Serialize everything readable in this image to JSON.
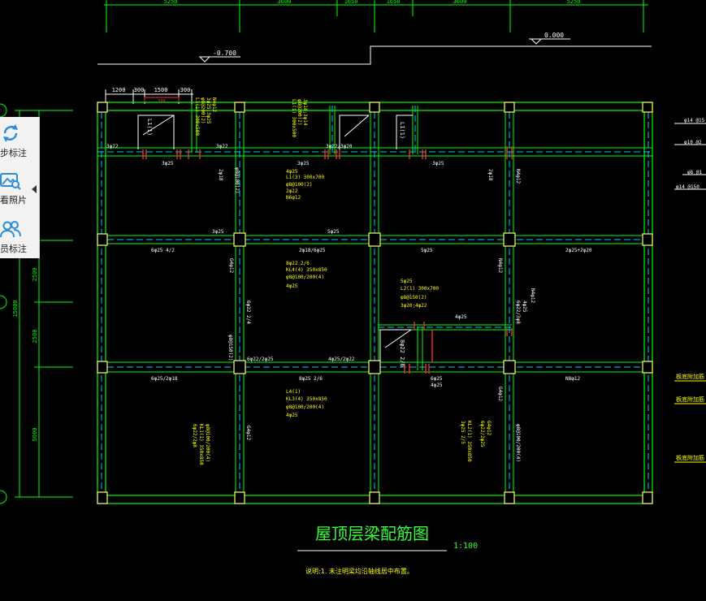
{
  "toolbar": {
    "items": [
      {
        "label": "步标注",
        "icon": "refresh-icon"
      },
      {
        "label": "看照片",
        "icon": "image-search-icon"
      },
      {
        "label": "员标注",
        "icon": "people-icon"
      }
    ],
    "collapse_icon": "chevron-left-icon"
  },
  "drawing": {
    "title": "屋顶层梁配筋图",
    "scale": "1:100",
    "note": "说明:1. 未注明梁均沿轴线居中布置。",
    "colors": {
      "grid": "#00ff00",
      "column": "#ffff66",
      "rebar": "#ffff00",
      "axis": "#00c8ff",
      "red": "#ff2a2a",
      "text": "#ffffff",
      "title": "#33ff33"
    },
    "top_dims": [
      "5250",
      "3600",
      "1650",
      "1650",
      "3600",
      "5250"
    ],
    "elevations": [
      "-0.700",
      "0.000"
    ],
    "detail_dims": [
      "1200",
      "300",
      "1500",
      "300"
    ],
    "detail_small": "500",
    "left_dims": {
      "total": "15000",
      "parts": [
        "2500",
        "2500",
        "5000"
      ]
    },
    "right_notes": [
      "φ14 @15",
      "φ10 @2",
      "φ6 @1",
      "φ14 @150"
    ],
    "right_labels": [
      "板底附加筋",
      "板底附加筋",
      "板底附加筋"
    ],
    "beam_labels": [
      {
        "text": "L1(1) 300x500"
      },
      {
        "text": "φ8@200(2)"
      },
      {
        "text": "3φ25;3φ25"
      },
      {
        "text": "N4φ12"
      },
      {
        "text": "L1(1) 300x500"
      },
      {
        "text": "φ8@200(2)"
      },
      {
        "text": "3φ18;3φ14"
      },
      {
        "text": "L1(1)"
      },
      {
        "text": "L1(1)"
      },
      {
        "text": "3φ22"
      },
      {
        "text": "3φ22"
      },
      {
        "text": "3φ22/3φ20"
      },
      {
        "text": "3φ25"
      },
      {
        "text": "3φ25"
      },
      {
        "text": "3φ25"
      },
      {
        "text": "2φ18"
      },
      {
        "text": "2φ18"
      },
      {
        "text": "N4φ12"
      },
      {
        "text": "φ8@100(2)"
      },
      {
        "text": "4φ25"
      },
      {
        "text": "L1(3) 300x700"
      },
      {
        "text": "φ8@100(2)"
      },
      {
        "text": "2φ22"
      },
      {
        "text": "N6φ12"
      },
      {
        "text": "3φ25"
      },
      {
        "text": "5φ25"
      },
      {
        "text": "6φ25 4/2"
      },
      {
        "text": "2φ18/6φ25"
      },
      {
        "text": "5φ25"
      },
      {
        "text": "2φ25+2φ20"
      },
      {
        "text": "8φ22 2/6"
      },
      {
        "text": "KL4(4) 350x850"
      },
      {
        "text": "φ8@100/200(4)"
      },
      {
        "text": "4φ25"
      },
      {
        "text": "G4φ12"
      },
      {
        "text": "6φ22 2/4"
      },
      {
        "text": "5φ25"
      },
      {
        "text": "L2(1) 300x700"
      },
      {
        "text": "φ8@150(2)"
      },
      {
        "text": "3φ20;4φ22"
      },
      {
        "text": "N4φ12"
      },
      {
        "text": "6φ22/3φ8"
      },
      {
        "text": "4φ25"
      },
      {
        "text": "N4φ12"
      },
      {
        "text": "φ8@150(2)"
      },
      {
        "text": "6φ22/2φ25"
      },
      {
        "text": "4φ25/2φ22"
      },
      {
        "text": "6φ25/2φ18"
      },
      {
        "text": "8φ25 2/6"
      },
      {
        "text": "6φ25"
      },
      {
        "text": "4φ25"
      },
      {
        "text": "N8φ12"
      },
      {
        "text": "8φ22 2/6"
      },
      {
        "text": "L4(1)"
      },
      {
        "text": "KL3(4) 350x850"
      },
      {
        "text": "φ8@100/200(4)"
      },
      {
        "text": "4φ25"
      },
      {
        "text": "G4φ12"
      },
      {
        "text": "6φ22/2φ8"
      },
      {
        "text": "KL1(1) 350x850"
      },
      {
        "text": "φ8@100/200(4)"
      },
      {
        "text": "G4φ12"
      },
      {
        "text": "3φ25 2/5"
      },
      {
        "text": "KL2(1) 350x850"
      },
      {
        "text": "φ8@100/200(4)"
      },
      {
        "text": "6φ22/2φ25"
      },
      {
        "text": "G4φ12"
      },
      {
        "text": "4φ25"
      }
    ]
  }
}
